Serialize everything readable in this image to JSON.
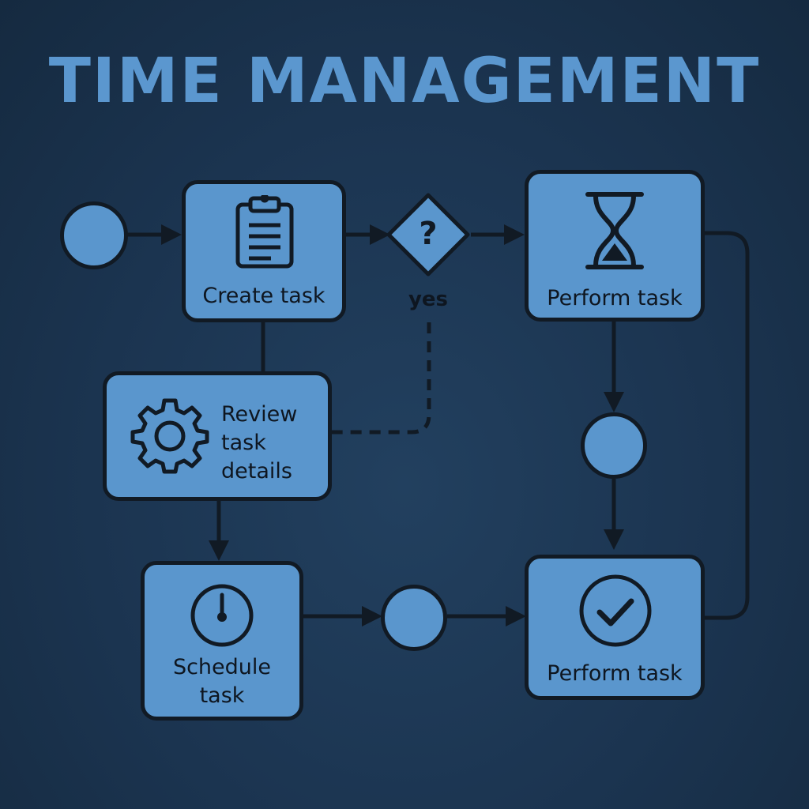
{
  "title": "TIME MANAGEMENT",
  "colors": {
    "background": "#1b3450",
    "title": "#5b97cf",
    "node_fill": "#5a96cd",
    "stroke": "#111a24"
  },
  "nodes": {
    "create_task": {
      "label": "Create task",
      "icon": "clipboard-icon"
    },
    "decision": {
      "symbol": "?",
      "branch_label": "yes",
      "icon": "diamond-decision"
    },
    "perform_task_top": {
      "label": "Perform task",
      "icon": "hourglass-icon"
    },
    "review_task_details": {
      "label": "Review\ntask\ndetails",
      "icon": "gear-icon"
    },
    "schedule_task": {
      "label": "Schedule\ntask",
      "icon": "clock-icon"
    },
    "perform_task_bottom": {
      "label": "Perform task",
      "icon": "checkmark-circle-icon"
    }
  }
}
